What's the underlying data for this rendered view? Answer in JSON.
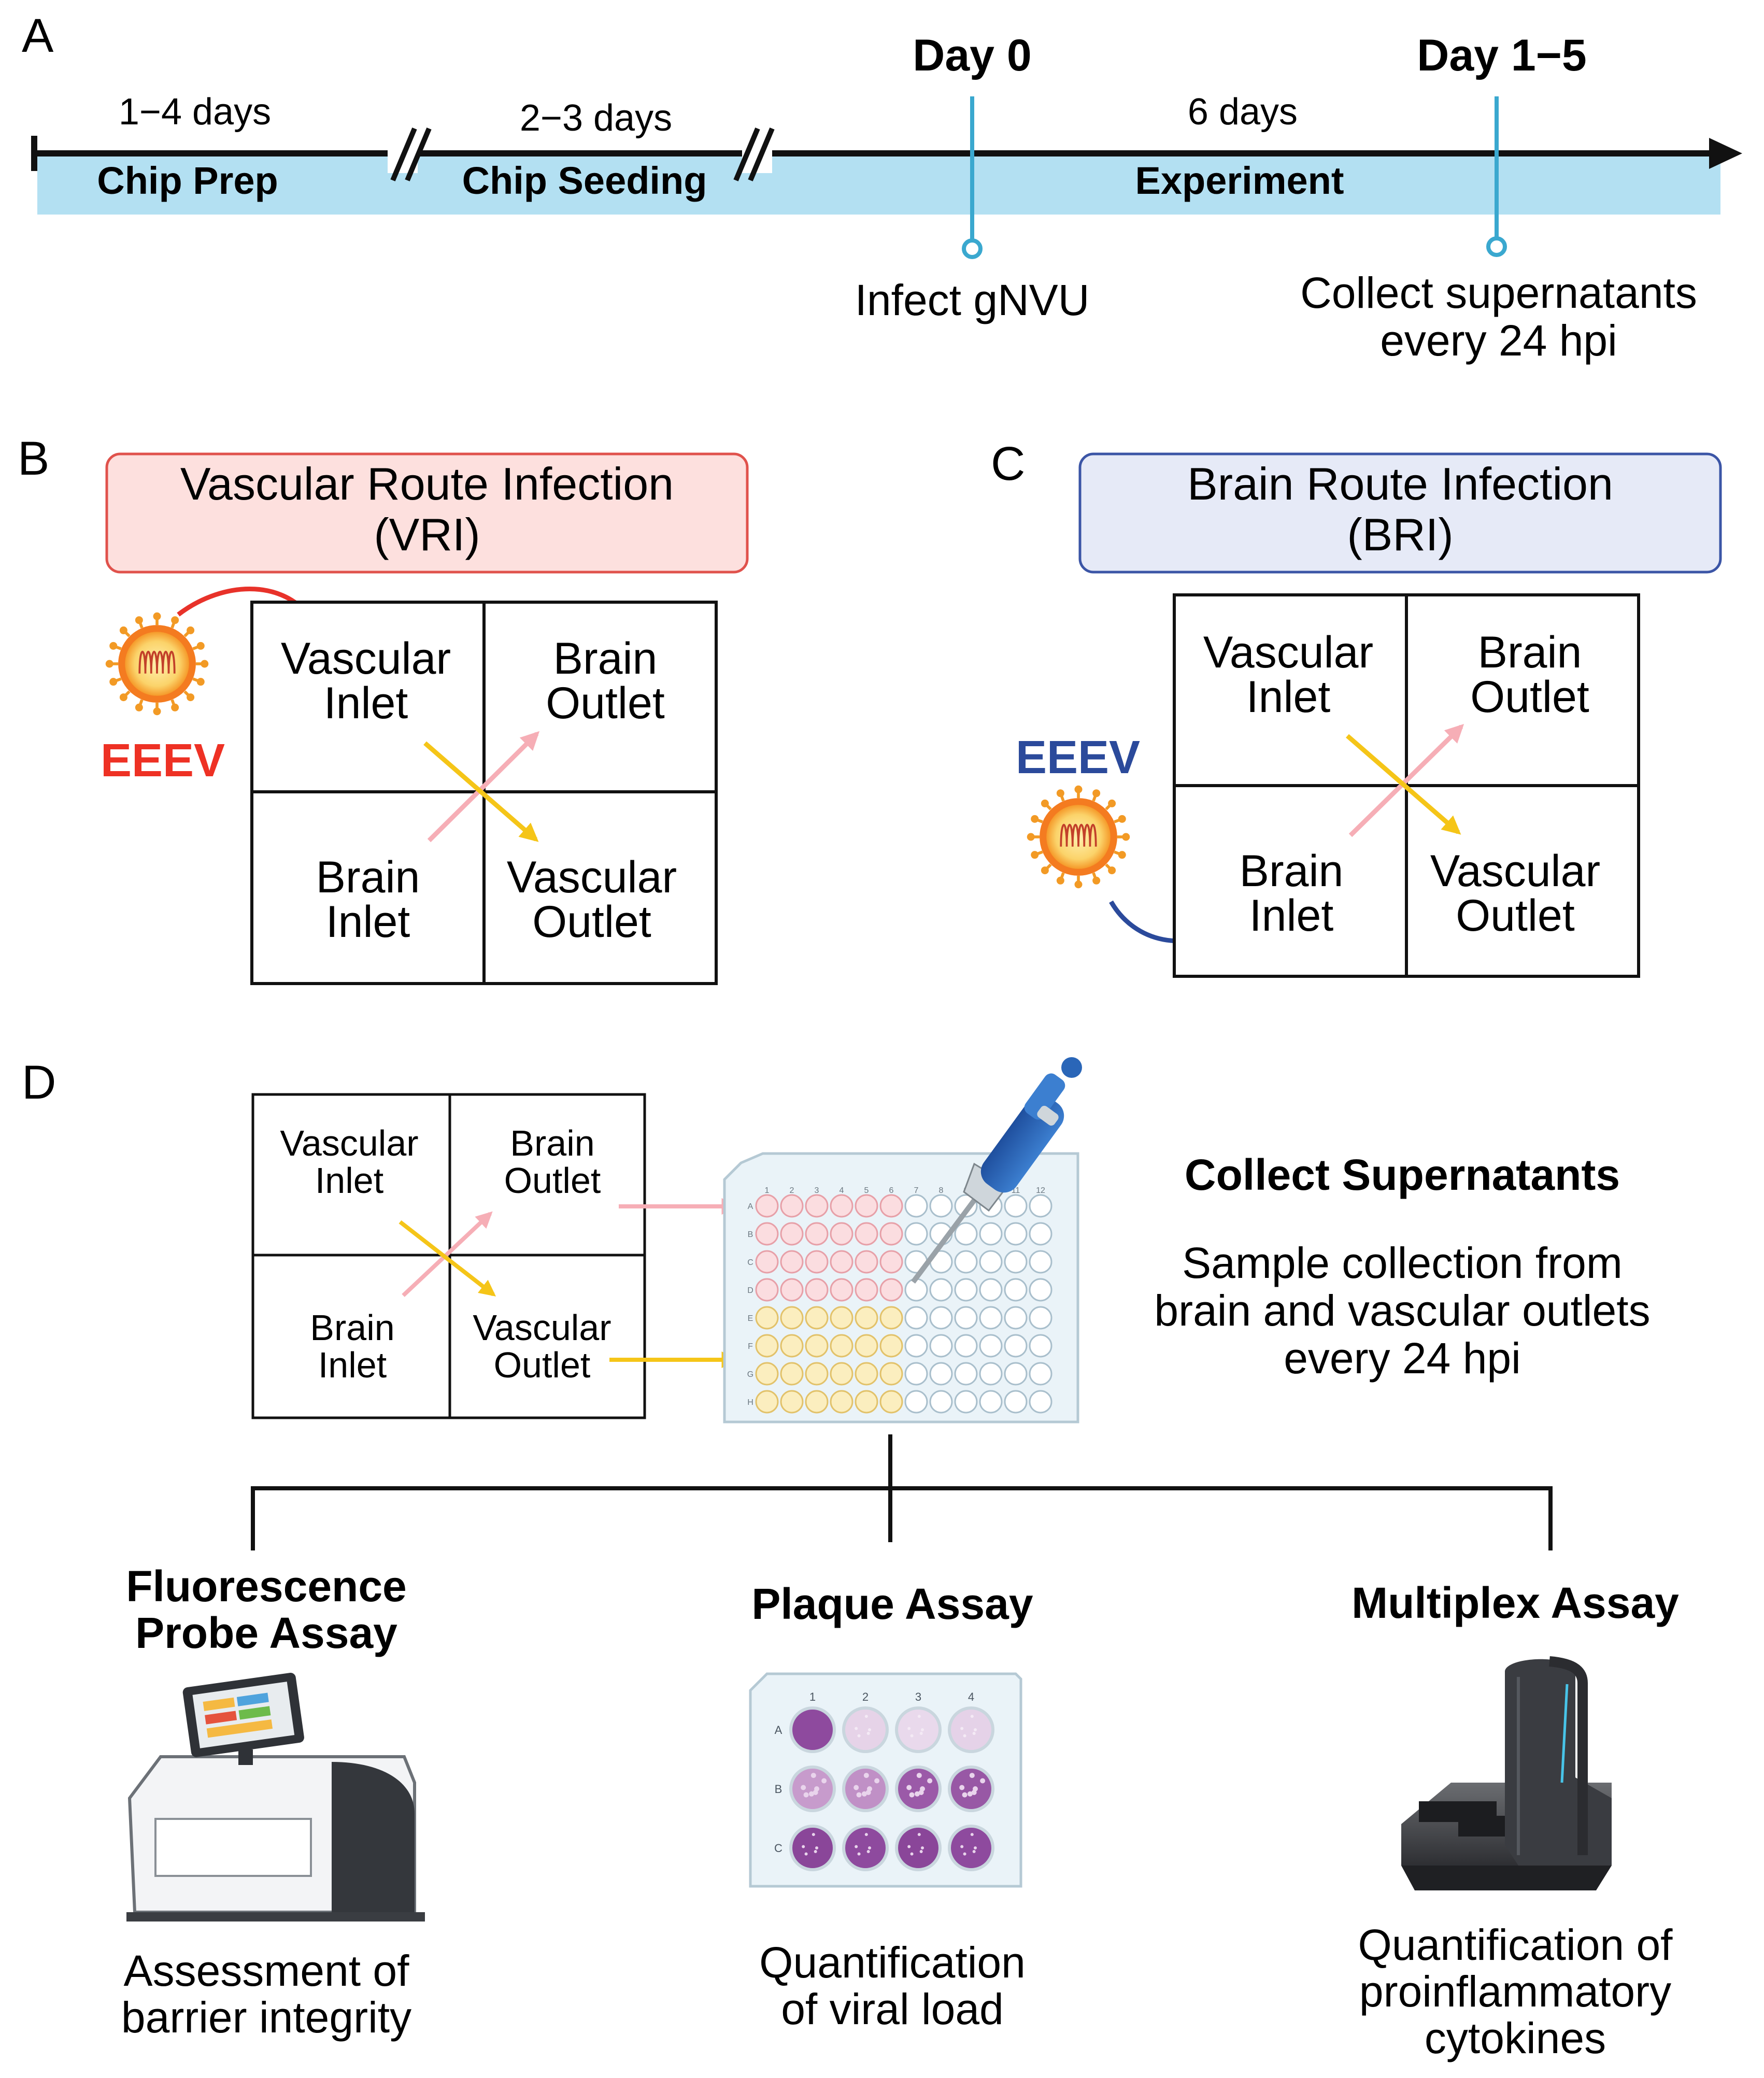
{
  "panels": {
    "a": {
      "letter": "A",
      "day0": "Day 0",
      "day15": "Day 1−5",
      "dur_prep": "1−4 days",
      "dur_seed": "2−3 days",
      "dur_exp": "6 days",
      "lbl_prep": "Chip Prep",
      "lbl_seed": "Chip Seeding",
      "lbl_exp": "Experiment",
      "infect": "Infect gNVU",
      "collect1": "Collect supernatants",
      "collect2": "every 24 hpi"
    },
    "b": {
      "letter": "B",
      "title1": "Vascular Route Infection",
      "title2": "(VRI)",
      "virus": "EEEV",
      "q": {
        "vi1": "Vascular",
        "vi2": "Inlet",
        "bo1": "Brain",
        "bo2": "Outlet",
        "bi1": "Brain",
        "bi2": "Inlet",
        "vo1": "Vascular",
        "vo2": "Outlet"
      }
    },
    "c": {
      "letter": "C",
      "title1": "Brain Route Infection",
      "title2": "(BRI)",
      "virus": "EEEV",
      "q": {
        "vi1": "Vascular",
        "vi2": "Inlet",
        "bo1": "Brain",
        "bo2": "Outlet",
        "bi1": "Brain",
        "bi2": "Inlet",
        "vo1": "Vascular",
        "vo2": "Outlet"
      }
    },
    "d": {
      "letter": "D",
      "q": {
        "vi1": "Vascular",
        "vi2": "Inlet",
        "bo1": "Brain",
        "bo2": "Outlet",
        "bi1": "Brain",
        "bi2": "Inlet",
        "vo1": "Vascular",
        "vo2": "Outlet"
      },
      "plate_cols": [
        "1",
        "2",
        "3",
        "4",
        "5",
        "6",
        "7",
        "8",
        "9",
        "10",
        "11",
        "12"
      ],
      "plate_rows": [
        "A",
        "B",
        "C",
        "D",
        "E",
        "F",
        "G",
        "H"
      ],
      "collect_title": "Collect Supernatants",
      "collect_d1": "Sample collection from",
      "collect_d2": "brain and vascular outlets",
      "collect_d3": "every 24 hpi",
      "assays": [
        {
          "title1": "Fluorescence",
          "title2": "Probe Assay",
          "desc1": "Assessment of",
          "desc2": "barrier integrity",
          "desc3": ""
        },
        {
          "title1": "Plaque Assay",
          "title2": "",
          "desc1": "Quantification",
          "desc2": "of viral load",
          "desc3": ""
        },
        {
          "title1": "Multiplex Assay",
          "title2": "",
          "desc1": "Quantification of",
          "desc2": "proinflammatory",
          "desc3": "cytokines"
        }
      ],
      "plaque_cols": [
        "1",
        "2",
        "3",
        "4"
      ],
      "plaque_rows": [
        "A",
        "B",
        "C"
      ]
    }
  },
  "colors": {
    "timeline_band": "#b3e0f2",
    "marker": "#3aa8cf",
    "vri_box": "#fde0de",
    "vri_border": "#e0524c",
    "bri_box": "#e6eaf7",
    "bri_border": "#3b55a6",
    "eeev_red": "#ee3124",
    "eeev_blue": "#2b4a9b",
    "pink_arrow": "#f6aeb6",
    "yellow_arrow": "#f5c518",
    "purple": "#8e4a9e"
  }
}
